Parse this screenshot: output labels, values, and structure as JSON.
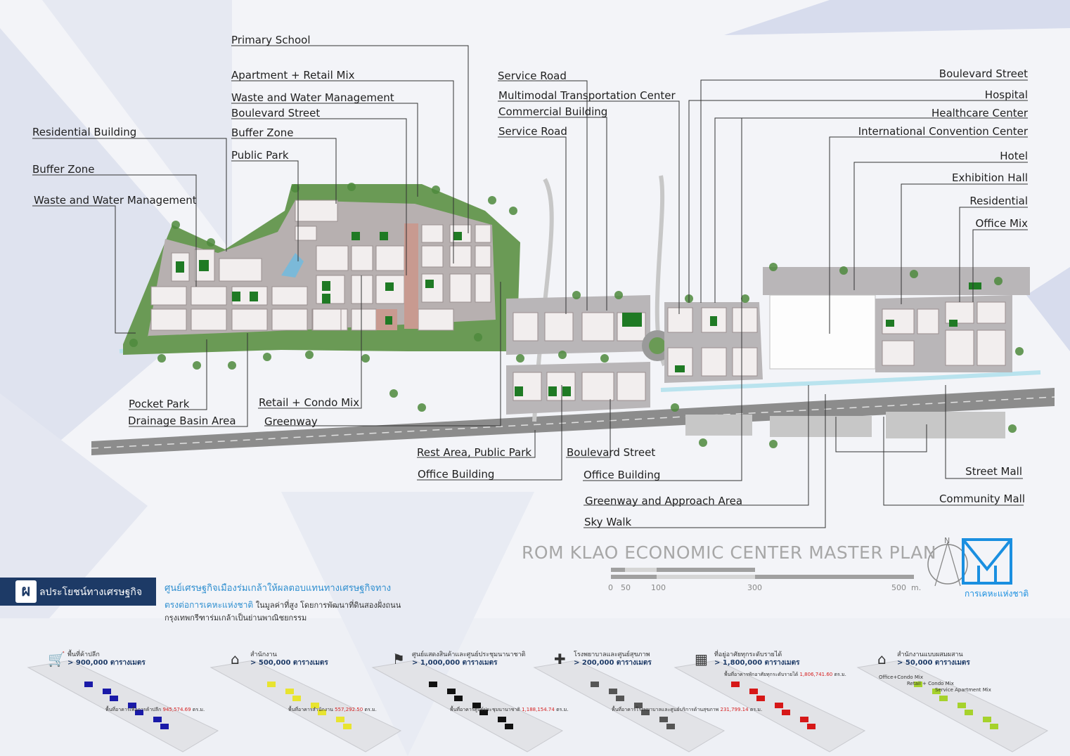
{
  "title": "ROM KLAO ECONOMIC CENTER MASTER PLAN",
  "north_label": "N",
  "scale_bar": {
    "ticks": [
      "0",
      "50",
      "100",
      "300",
      "500"
    ],
    "unit": "m."
  },
  "left_labels": [
    "Primary School",
    "Apartment + Retail Mix",
    "Waste and Water Management",
    "Boulevard Street",
    "Buffer Zone",
    "Public Park",
    "Residential Building",
    "Buffer Zone",
    "Waste and Water Management",
    "Pocket Park",
    "Drainage Basin Area",
    "Retail + Condo Mix",
    "Greenway"
  ],
  "center_labels": [
    "Service Road",
    "Multimodal Transportation Center",
    "Commercial Building",
    "Service Road",
    "Rest Area, Public Park",
    "Office Building",
    "Boulevard Street",
    "Office Building",
    "Greenway and Approach Area",
    "Sky Walk"
  ],
  "right_labels": [
    "Boulevard Street",
    "Hospital",
    "Healthcare Center",
    "International Convention Center",
    "Hotel",
    "Exhibition Hall",
    "Residential",
    "Office Mix",
    "Street Mall",
    "Community Mall"
  ],
  "benefits": {
    "banner_letter": "ผ",
    "banner_title": "ลประโยชน์ทางเศรษฐกิจ",
    "desc_line1": "ศูนย์เศรษฐกิจเมืองร่มเกล้าให้ผลตอบแทนทางเศรษฐกิจทาง",
    "desc_line2a": "ตรงต่อการเคหะแห่งชาติ",
    "desc_line2b": " ในมูลค่าที่สูง โดยการพัฒนาที่ดินสองฝั่งถนน",
    "desc_line3": "กรุงเทพกรีฑาร่มเกล้าเป็นย่านพาณิชยกรรม"
  },
  "logo_text": "การเคหะแห่งชาติ",
  "stats": [
    {
      "head": "พื้นที่ค้าปลีก",
      "value": "> 900,000 ตารางเมตร",
      "area_label": "พื้นที่อาคารเพื่อการค้าปลีก",
      "area_value": "945,574.69",
      "area_unit": "ตร.ม.",
      "color": "#1a1aa8"
    },
    {
      "head": "สำนักงาน",
      "value": "> 500,000 ตารางเมตร",
      "area_label": "พื้นที่อาคารสำนักงาน",
      "area_value": "557,292.50",
      "area_unit": "ตร.ม.",
      "color": "#e8e430"
    },
    {
      "head": "ศูนย์แสดงสินค้าและศูนย์ประชุมนานาชาติ",
      "value": "> 1,000,000 ตารางเมตร",
      "area_label": "พื้นที่อาคารศูนย์ประชุมนานาชาติ",
      "area_value": "1,188,154.74",
      "area_unit": "ตร.ม.",
      "color": "#111111"
    },
    {
      "head": "โรงพยาบาลและศูนย์สุขภาพ",
      "value": "> 200,000 ตารางเมตร",
      "area_label": "พื้นที่อาคารโรงพยาบาลและศูนย์บริการด้านสุขภาพ",
      "area_value": "231,799.14",
      "area_unit": "ตร.ม.",
      "color": "#555555"
    },
    {
      "head": "ที่อยู่อาศัยทุกระดับรายได้",
      "value": "> 1,800,000 ตารางเมตร",
      "area_label": "พื้นที่อาคารพักอาศัยทุกระดับรายได้",
      "area_value": "1,806,741.60",
      "area_unit": "ตร.ม.",
      "color": "#d61818"
    },
    {
      "head": "สำนักงานแบบผสมผสาน",
      "value": "> 50,000 ตารางเมตร",
      "area_label": "",
      "area_value": "",
      "area_unit": "",
      "color": "#a6d22c",
      "mix_labels": [
        "Office+Condo Mix",
        "Retail + Condo Mix",
        "Service Apartment Mix"
      ]
    }
  ]
}
